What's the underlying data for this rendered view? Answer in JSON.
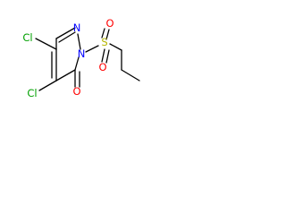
{
  "molecule": {
    "atoms": {
      "n1": {
        "symbol": "N",
        "color": "#0000ff"
      },
      "n2": {
        "symbol": "N",
        "color": "#0000ff"
      },
      "s": {
        "symbol": "S",
        "color": "#b5b500"
      },
      "o_s_top": {
        "symbol": "O",
        "color": "#ff0000"
      },
      "o_s_bottom": {
        "symbol": "O",
        "color": "#ff0000"
      },
      "o_carbonyl": {
        "symbol": "O",
        "color": "#ff0000"
      },
      "cl_top": {
        "symbol": "Cl",
        "color": "#00a000"
      },
      "cl_bottom": {
        "symbol": "Cl",
        "color": "#00a000"
      }
    },
    "bond_color": "#000000"
  }
}
